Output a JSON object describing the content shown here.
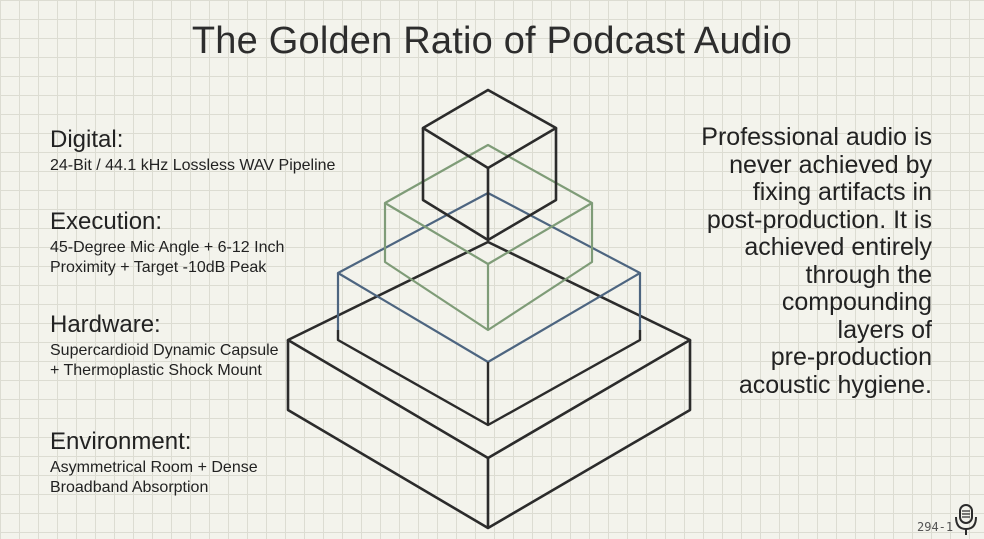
{
  "title": "The Golden Ratio of Podcast Audio",
  "layers": [
    {
      "heading": "Digital:",
      "description": [
        "24-Bit / 44.1 kHz Lossless WAV Pipeline"
      ]
    },
    {
      "heading": "Execution:",
      "description": [
        "45-Degree Mic Angle + 6-12 Inch",
        "Proximity + Target -10dB Peak"
      ]
    },
    {
      "heading": "Hardware:",
      "description": [
        "Supercardioid Dynamic Capsule",
        "+ Thermoplastic Shock Mount"
      ]
    },
    {
      "heading": "Environment:",
      "description": [
        "Asymmetrical Room + Dense",
        "Broadband Absorption"
      ]
    }
  ],
  "summary_lines": [
    "Professional audio is",
    "never achieved by",
    "fixing artifacts in",
    "post-production. It is",
    "achieved entirely",
    "through the",
    "compounding",
    "layers of",
    "pre-production",
    "acoustic hygiene."
  ],
  "footer_code": "294-1",
  "colors": {
    "background": "#f3f3ec",
    "grid": "#dcdcd2",
    "outline_dark": "#2b2b2b",
    "outline_green": "#7f9c78",
    "outline_blue": "#4d6580"
  },
  "icons": {
    "footer": "microphone-icon"
  }
}
